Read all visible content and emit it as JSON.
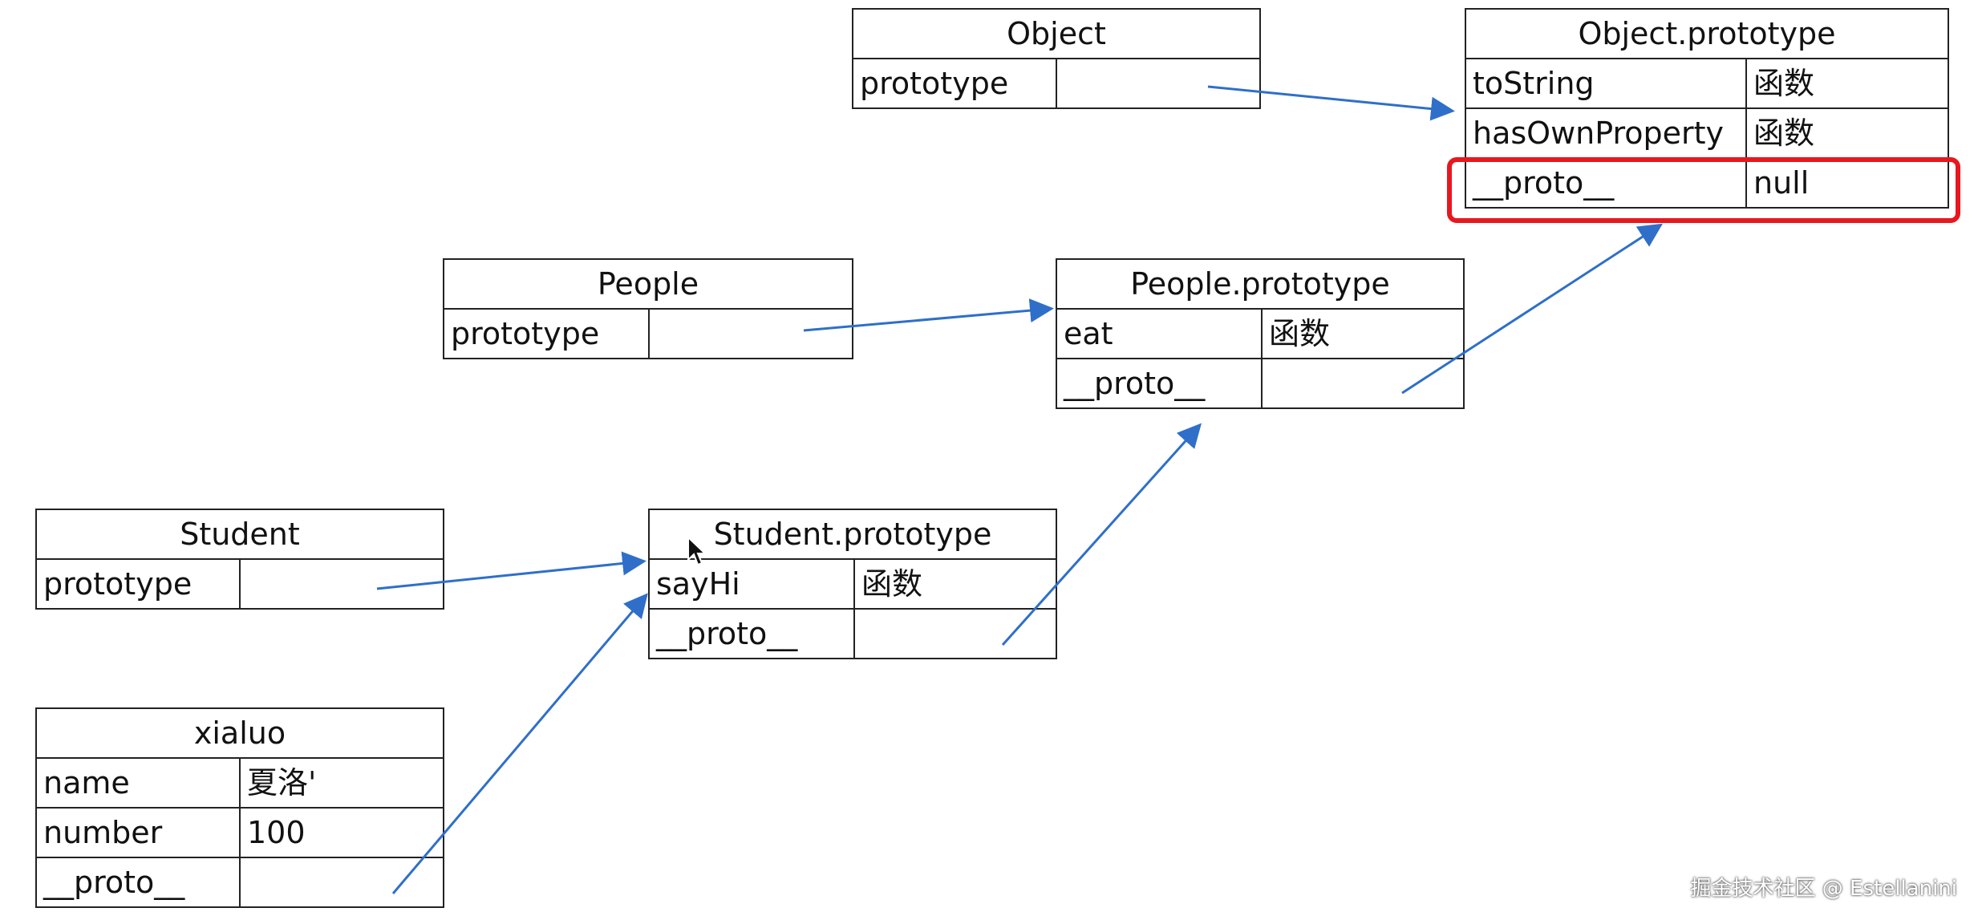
{
  "object": {
    "title": "Object",
    "rows": [
      {
        "key": "prototype",
        "value": ""
      }
    ]
  },
  "object_prototype": {
    "title": "Object.prototype",
    "rows": [
      {
        "key": "toString",
        "value": "函数"
      },
      {
        "key": "hasOwnProperty",
        "value": "函数"
      },
      {
        "key": "__proto__",
        "value": "null"
      }
    ]
  },
  "people": {
    "title": "People",
    "rows": [
      {
        "key": "prototype",
        "value": ""
      }
    ]
  },
  "people_prototype": {
    "title": "People.prototype",
    "rows": [
      {
        "key": "eat",
        "value": "函数"
      },
      {
        "key": "__proto__",
        "value": ""
      }
    ]
  },
  "student": {
    "title": "Student",
    "rows": [
      {
        "key": "prototype",
        "value": ""
      }
    ]
  },
  "student_prototype": {
    "title": "Student.prototype",
    "rows": [
      {
        "key": "sayHi",
        "value": "函数"
      },
      {
        "key": "__proto__",
        "value": ""
      }
    ]
  },
  "xialuo": {
    "title": "xialuo",
    "rows": [
      {
        "key": "name",
        "value": "夏洛'"
      },
      {
        "key": "number",
        "value": "100"
      },
      {
        "key": "__proto__",
        "value": ""
      }
    ]
  },
  "colors": {
    "arrow": "#2f6fc9",
    "highlight": "#e8171f",
    "border": "#222222"
  },
  "watermark": "掘金技术社区 @ Estellanini"
}
